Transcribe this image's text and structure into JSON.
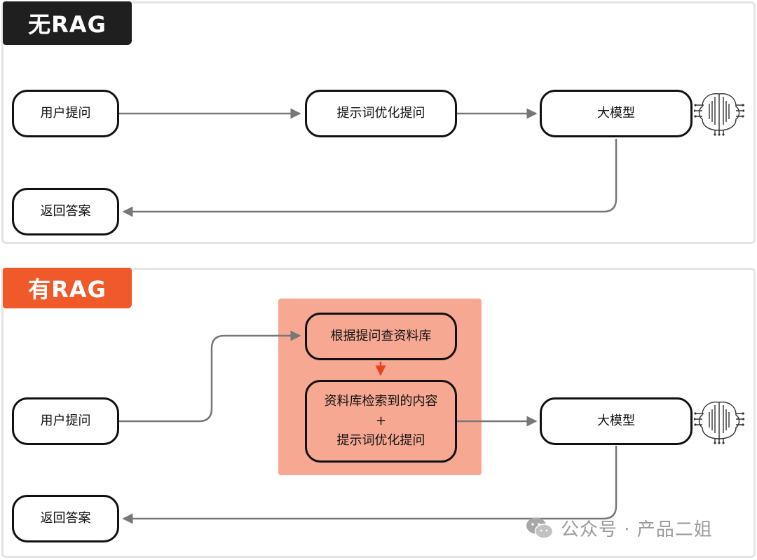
{
  "sections": {
    "without_rag": {
      "tag": "无RAG",
      "user_question": "用户提问",
      "prompt_optimize": "提示词优化提问",
      "llm": "大模型",
      "return_answer": "返回答案"
    },
    "with_rag": {
      "tag": "有RAG",
      "user_question": "用户提问",
      "query_kb": "根据提问查资料库",
      "retrieved_line1": "资料库检索到的内容",
      "plus": "+",
      "retrieved_line2": "提示词优化提问",
      "llm": "大模型",
      "return_answer": "返回答案"
    }
  },
  "watermark": "公众号 · 产品二姐",
  "icons": [
    "brain-circuit-icon",
    "wechat-icon"
  ],
  "colors": {
    "dark_tag": "#1f1f1f",
    "orange_tag": "#f05a2a",
    "highlight": "#f7a893",
    "arrow": "#777777",
    "red_arrow": "#e8431e"
  }
}
